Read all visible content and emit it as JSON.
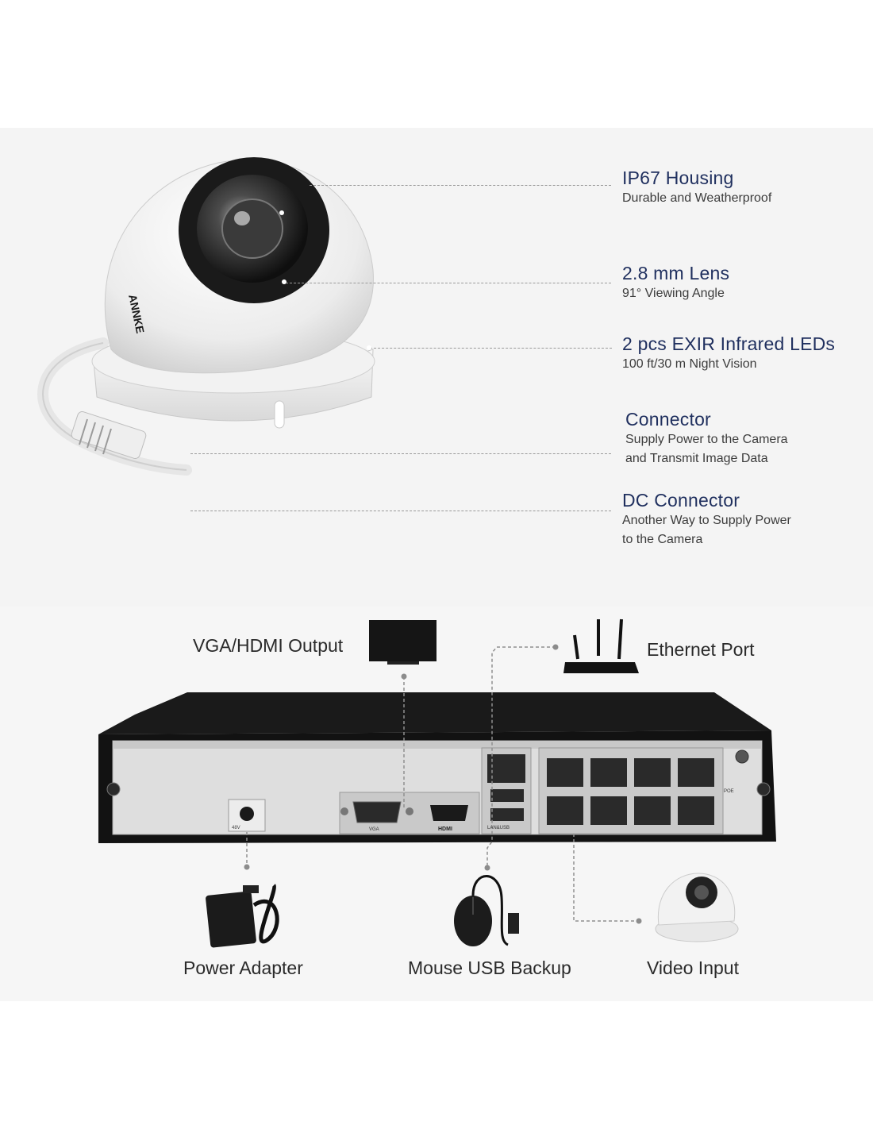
{
  "features": [
    {
      "title": "IP67 Housing",
      "desc": "Durable and Weatherproof"
    },
    {
      "title": "2.8 mm Lens",
      "desc": "91° Viewing Angle"
    },
    {
      "title": "2 pcs EXIR Infrared LEDs",
      "desc": "100 ft/30 m Night Vision"
    },
    {
      "title": "Connector",
      "desc": "Supply Power to the Camera\nand Transmit Image Data"
    },
    {
      "title": "DC Connector",
      "desc": "Another Way to Supply Power\nto the Camera"
    }
  ],
  "nvr": {
    "labels": {
      "vga_hdmi": "VGA/HDMI Output",
      "ethernet": "Ethernet Port",
      "power": "Power Adapter",
      "mouse": "Mouse USB Backup",
      "video": "Video Input"
    },
    "port_text": {
      "dc": "48V",
      "vga": "VGA",
      "hdmi": "HDMI",
      "lan_usb": "LAN&USB",
      "poe": "POE"
    }
  },
  "icons": [
    "dome-camera-icon",
    "monitor-icon",
    "router-icon",
    "power-adapter-icon",
    "mouse-icon",
    "small-dome-camera-icon"
  ]
}
